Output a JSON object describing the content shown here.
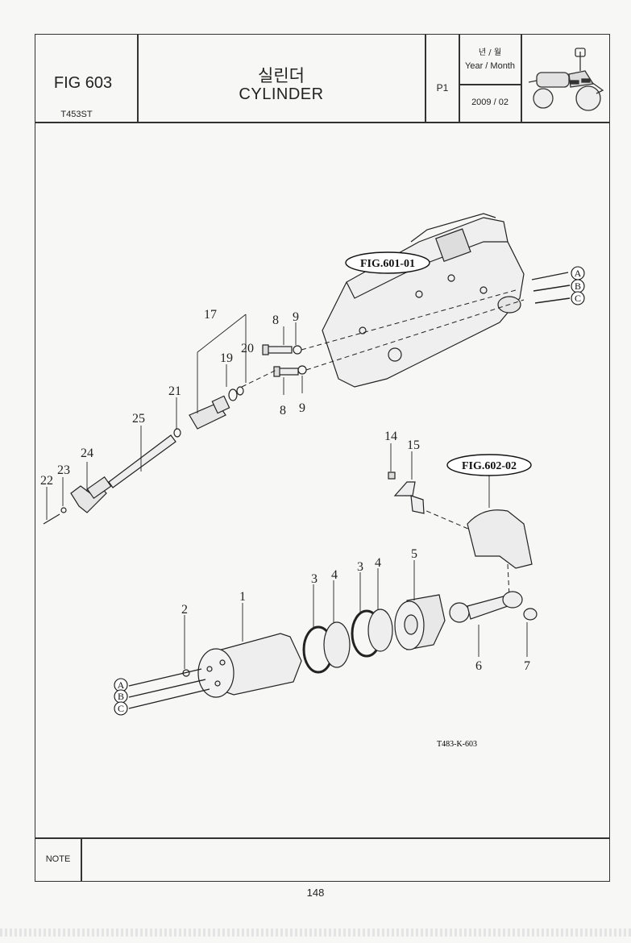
{
  "header": {
    "fig_number": "FIG 603",
    "model": "T453ST",
    "title_ko": "실린더",
    "title_en": "CYLINDER",
    "page": "P1",
    "year_month_ko": "년 / 월",
    "year_month_en": "Year / Month",
    "year_month_value": "2009 / 02"
  },
  "diagram": {
    "references": [
      "FIG.601-01",
      "FIG.602-02"
    ],
    "drawing_code": "T483-K-603",
    "port_labels": [
      "A",
      "B",
      "C"
    ],
    "callouts": [
      "1",
      "2",
      "3",
      "4",
      "3",
      "4",
      "5",
      "6",
      "7",
      "8",
      "9",
      "8",
      "9",
      "14",
      "15",
      "17",
      "19",
      "20",
      "21",
      "22",
      "23",
      "24",
      "25"
    ]
  },
  "note": {
    "label": "NOTE",
    "text": ""
  },
  "footer": {
    "page_number": "148"
  }
}
